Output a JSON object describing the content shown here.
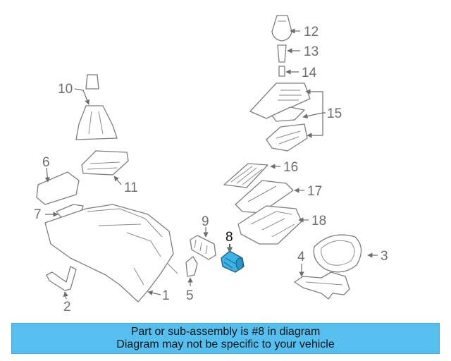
{
  "callouts": {
    "c1": "1",
    "c2": "2",
    "c3": "3",
    "c4": "4",
    "c5": "5",
    "c6": "6",
    "c7": "7",
    "c8": "8",
    "c9": "9",
    "c10": "10",
    "c11": "11",
    "c12": "12",
    "c13": "13",
    "c14": "14",
    "c15": "15",
    "c16": "16",
    "c17": "17",
    "c18": "18"
  },
  "highlight": {
    "part_number": "8",
    "color": "#3bb3e6"
  },
  "banner": {
    "line1": "Part or sub-assembly is #8 in diagram",
    "line2": "Diagram may not be specific to your vehicle",
    "background": "#55c0ef"
  }
}
